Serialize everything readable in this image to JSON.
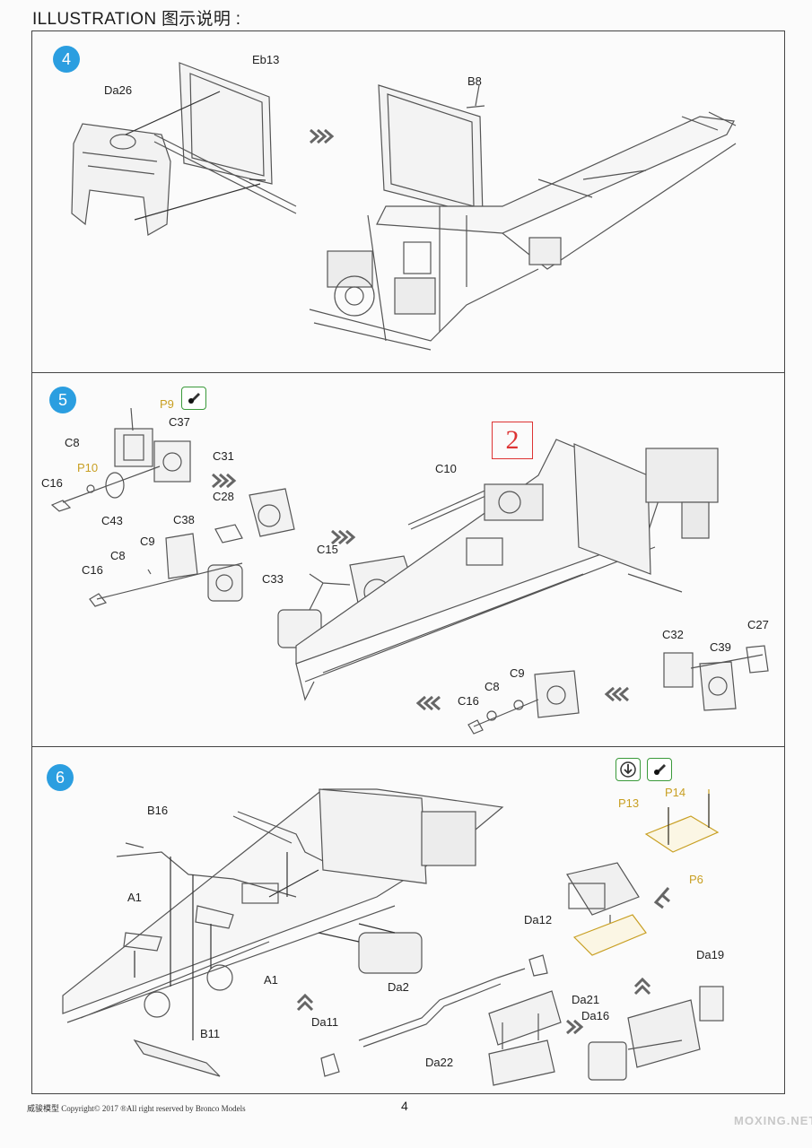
{
  "header": {
    "title": "ILLUSTRATION 图示说明 :"
  },
  "steps": [
    {
      "number": "4"
    },
    {
      "number": "5"
    },
    {
      "number": "6"
    }
  ],
  "step4": {
    "labels": {
      "da26": "Da26",
      "eb13": "Eb13",
      "b8": "B8"
    }
  },
  "step5": {
    "callout": "2",
    "labels": {
      "p9": "P9",
      "c37": "C37",
      "c31": "C31",
      "c8a": "C8",
      "p10": "P10",
      "c16a": "C16",
      "c43": "C43",
      "c28": "C28",
      "c38": "C38",
      "c9a": "C9",
      "c8b": "C8",
      "c16b": "C16",
      "c33": "C33",
      "c15": "C15",
      "c10": "C10",
      "c32": "C32",
      "c39": "C39",
      "c27": "C27",
      "c16c": "C16",
      "c8c": "C8",
      "c9b": "C9"
    }
  },
  "step6": {
    "labels": {
      "b16": "B16",
      "a1a": "A1",
      "a1b": "A1",
      "b11": "B11",
      "da11": "Da11",
      "da2": "Da2",
      "da12": "Da12",
      "da21": "Da21",
      "da16": "Da16",
      "da22": "Da22",
      "da19": "Da19",
      "p13": "P13",
      "p14": "P14",
      "p6": "P6"
    }
  },
  "footer": {
    "copyright": "威骏模型 Copyright© 2017 ®All right reserved by Bronco Models",
    "page_number": "4",
    "watermark": "MOXING.NET"
  }
}
